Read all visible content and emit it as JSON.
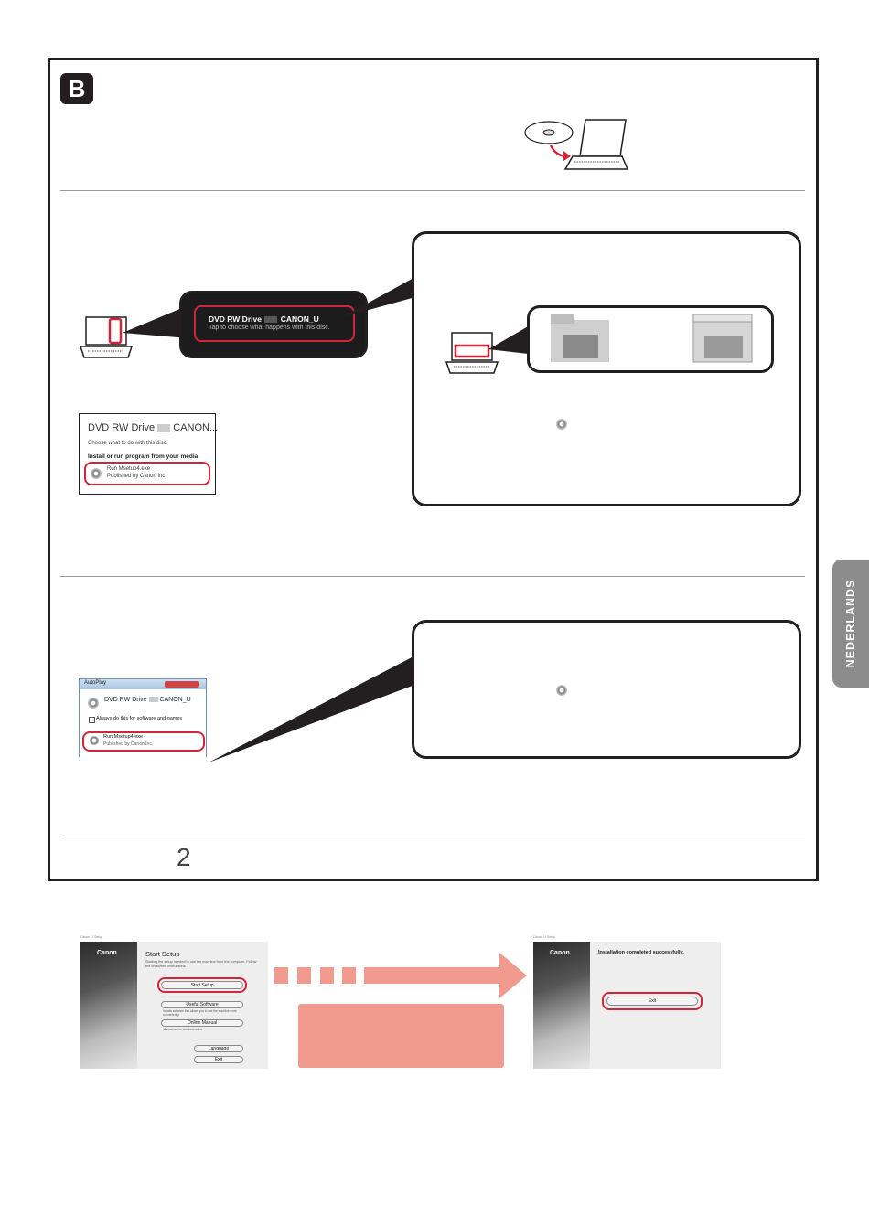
{
  "badge": "B",
  "side_tab": "NEDERLANDS",
  "notification": {
    "title": "DVD RW Drive",
    "drive_name": "CANON_U",
    "subtitle": "Tap to choose what happens with this disc."
  },
  "autoplay_win8": {
    "title": "DVD RW Drive",
    "drive_name": "CANON...",
    "prompt": "Choose what to do with this disc.",
    "heading": "Install or run program from your media",
    "option_title": "Run Msetup4.exe",
    "option_sub": "Published by Canon Inc."
  },
  "autoplay_win7": {
    "window_title": "AutoPlay",
    "title": "DVD RW Drive",
    "drive_name": "CANON_U",
    "checkbox_label": "Always do this for software and games",
    "option_title": "Run Msetup4.exe",
    "option_sub": "Published by Canon Inc."
  },
  "step_number": "2",
  "setup_screen": {
    "caption": "Canon IJ Setup",
    "logo": "Canon",
    "title": "Start Setup",
    "description": "Starting the setup needed to use the machine from the computer. Follow the on-screen instructions.",
    "btn_start": "Start Setup",
    "btn_useful": "Useful Software",
    "useful_desc": "Installs software that allows you to use the machine more conveniently.",
    "btn_manual": "Online Manual",
    "manual_desc": "Manual can be checked online.",
    "btn_language": "Language",
    "btn_exit": "Exit"
  },
  "finish_screen": {
    "caption": "Canon IJ Setup",
    "logo": "Canon",
    "message": "Installation completed successfully.",
    "btn_exit": "Exit"
  },
  "colors": {
    "accent_red": "#d1263a",
    "salmon": "#f19a8e",
    "tab_gray": "#8c8c8c"
  }
}
